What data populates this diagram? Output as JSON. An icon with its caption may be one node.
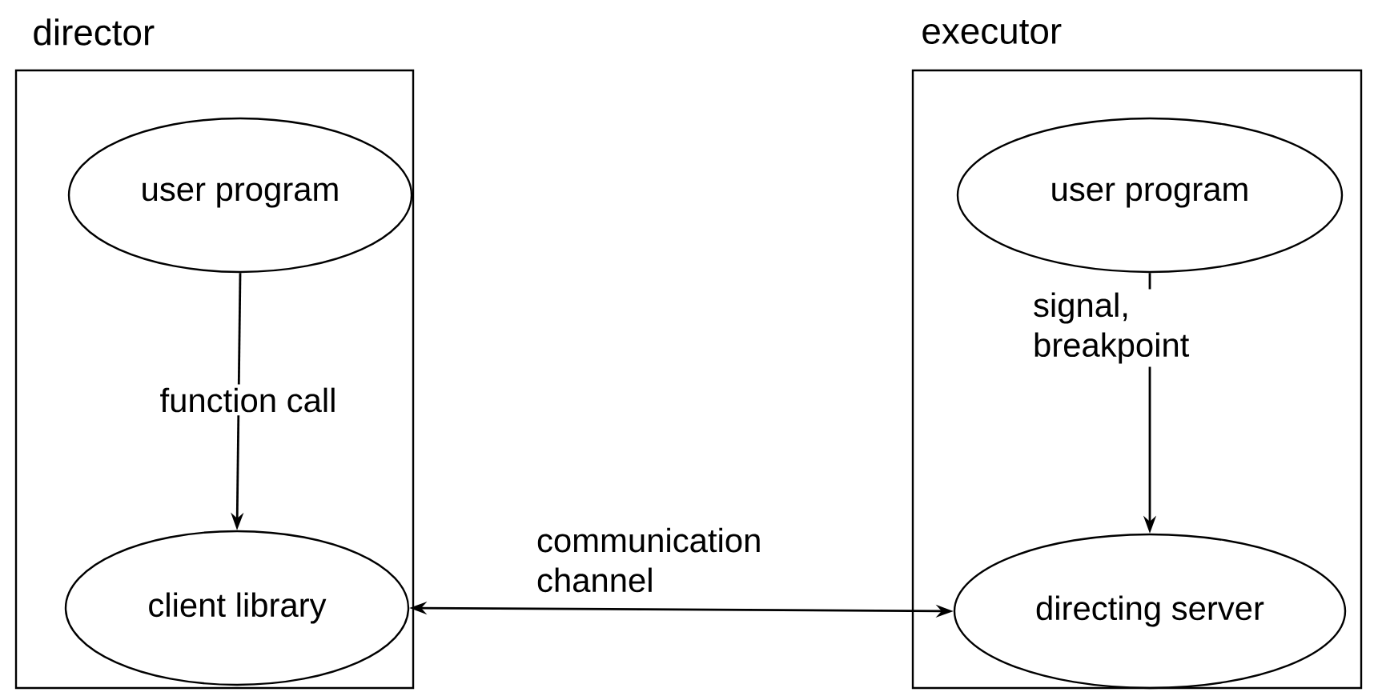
{
  "diagram": {
    "nodes": [
      {
        "text": [
          "director"
        ]
      },
      {
        "text": [
          "user program"
        ],
        "in": 0
      },
      {
        "text": [
          "client library"
        ],
        "in": 0
      },
      {
        "text": [
          "executor"
        ]
      },
      {
        "text": [
          "user program"
        ],
        "in": 3
      },
      {
        "text": [
          "directing server"
        ],
        "in": 3
      }
    ],
    "edges": [
      {
        "from": 1,
        "to": 2,
        "arrow": "to",
        "label": "function call"
      },
      {
        "from": 4,
        "to": 5,
        "arrow": "to",
        "label": "signal, breakpoint"
      },
      {
        "from": 2,
        "to": 5,
        "arrow": "both",
        "label": "communication channel"
      }
    ]
  }
}
